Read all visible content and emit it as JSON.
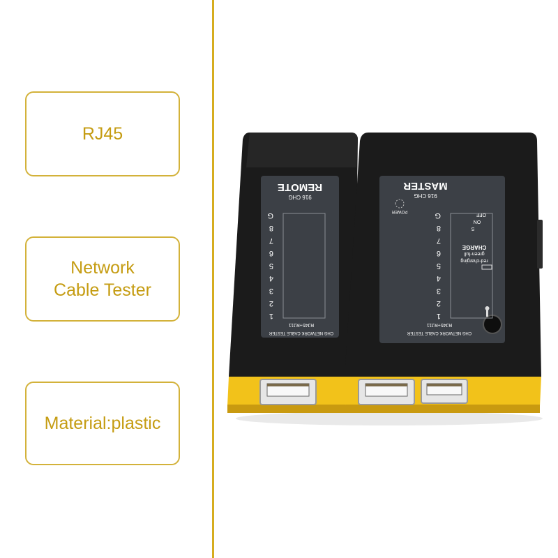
{
  "features": [
    {
      "text": "RJ45"
    },
    {
      "text": "Network\nCable Tester"
    },
    {
      "text": "Material:plastic"
    }
  ],
  "device": {
    "remote": {
      "title": "REMOTE",
      "model": "916 CHG",
      "pins": [
        "G",
        "8",
        "7",
        "6",
        "5",
        "4",
        "3",
        "2",
        "1"
      ],
      "port_label": "RJ45+RJ11",
      "footer": "CHG NETWORK CABLE TESTER"
    },
    "master": {
      "title": "MASTER",
      "model": "916 CHG",
      "power_label": "POWER",
      "switch_off": "OFF",
      "switch_on": "ON",
      "switch_s": "S",
      "pins": [
        "G",
        "8",
        "7",
        "6",
        "5",
        "4",
        "3",
        "2",
        "1"
      ],
      "charge_title": "CHARGE",
      "charge_green": "green-full",
      "charge_red": "red-charging",
      "port_label": "RJ45+RJ11",
      "footer": "CHG NETWORK CABLE TESTER"
    }
  },
  "colors": {
    "accent": "#d6ad1f",
    "text": "#c59c12",
    "body": "#1b1b1b",
    "panel": "#3c4046",
    "yellow": "#f2c21a"
  }
}
